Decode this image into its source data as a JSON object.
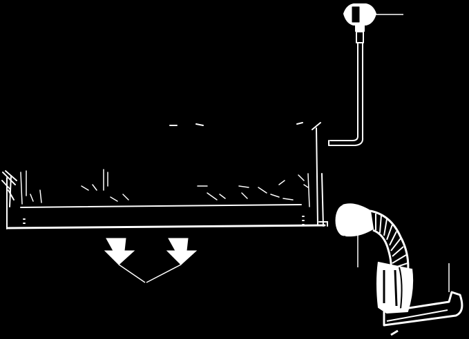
{
  "diagram": {
    "background_color": "#000000",
    "line_color": "#ffffff",
    "components": [
      "t-handle-key-icon",
      "drawer-tray",
      "push-down-arrows",
      "drain-hose-elbow",
      "hose-clamp-icon"
    ],
    "callout_lines": [
      "key-callout-line",
      "arrows-callout-line",
      "hose-callout-line",
      "clamp-callout-line"
    ]
  }
}
